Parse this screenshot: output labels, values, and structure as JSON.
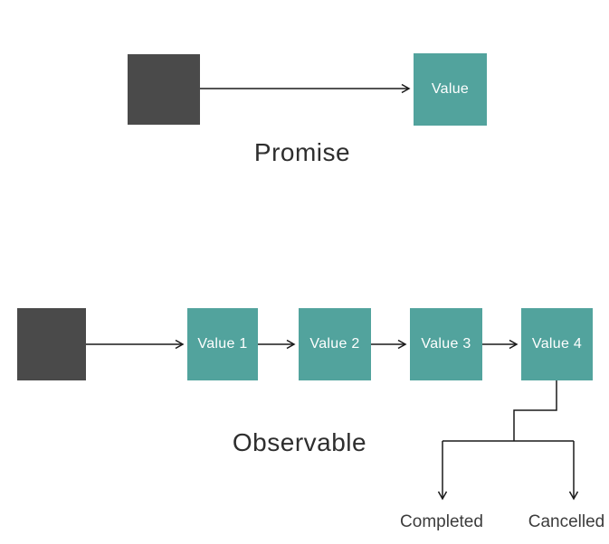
{
  "colors": {
    "teal": "#52a39d",
    "dark": "#4a4a4a",
    "line": "#1a1a1a",
    "heading_text": "#2e2e2e",
    "terminal_text": "#3c3c3c",
    "box_text": "#ffffff",
    "background": "#ffffff"
  },
  "promise": {
    "label": "Promise",
    "value_label": "Value"
  },
  "observable": {
    "label": "Observable",
    "values": [
      "Value 1",
      "Value 2",
      "Value 3",
      "Value 4"
    ],
    "terminals": {
      "completed": "Completed",
      "cancelled": "Cancelled"
    }
  }
}
